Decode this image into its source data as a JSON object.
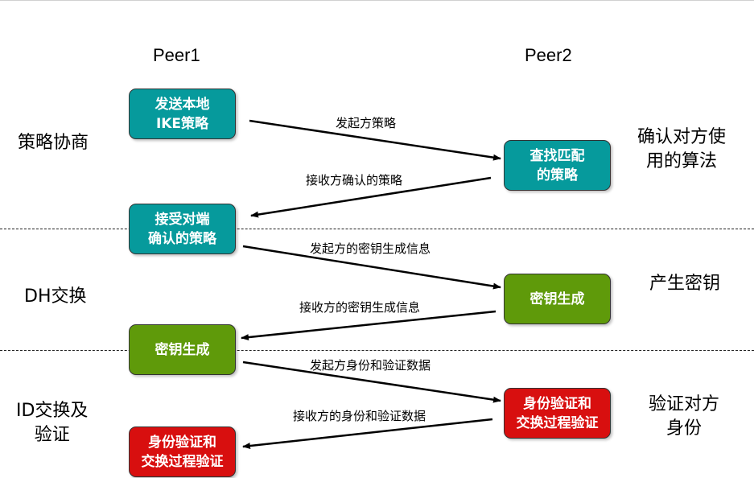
{
  "peers": {
    "left": "Peer1",
    "right": "Peer2"
  },
  "phases": [
    {
      "left_label": "策略协商",
      "right_label": "确认对方使\n用的算法"
    },
    {
      "left_label": "DH交换",
      "right_label": "产生密钥"
    },
    {
      "left_label": "ID交换及\n验证",
      "right_label": "验证对方\n身份"
    }
  ],
  "boxes": {
    "send_policy": "发送本地\nIKE策略",
    "find_match": "查找匹配\n的策略",
    "accept_policy": "接受对端\n确认的策略",
    "key_gen_peer2": "密钥生成",
    "key_gen_peer1": "密钥生成",
    "auth_peer2": "身份验证和\n交换过程验证",
    "auth_peer1": "身份验证和\n交换过程验证"
  },
  "arrows": {
    "a1": "发起方策略",
    "a2": "接收方确认的策略",
    "a3": "发起方的密钥生成信息",
    "a4": "接收方的密钥生成信息",
    "a5": "发起方身份和验证数据",
    "a6": "接收方的身份和验证数据"
  },
  "colors": {
    "teal": "#069a9c",
    "green": "#5f9a0a",
    "red": "#d80f0f"
  }
}
